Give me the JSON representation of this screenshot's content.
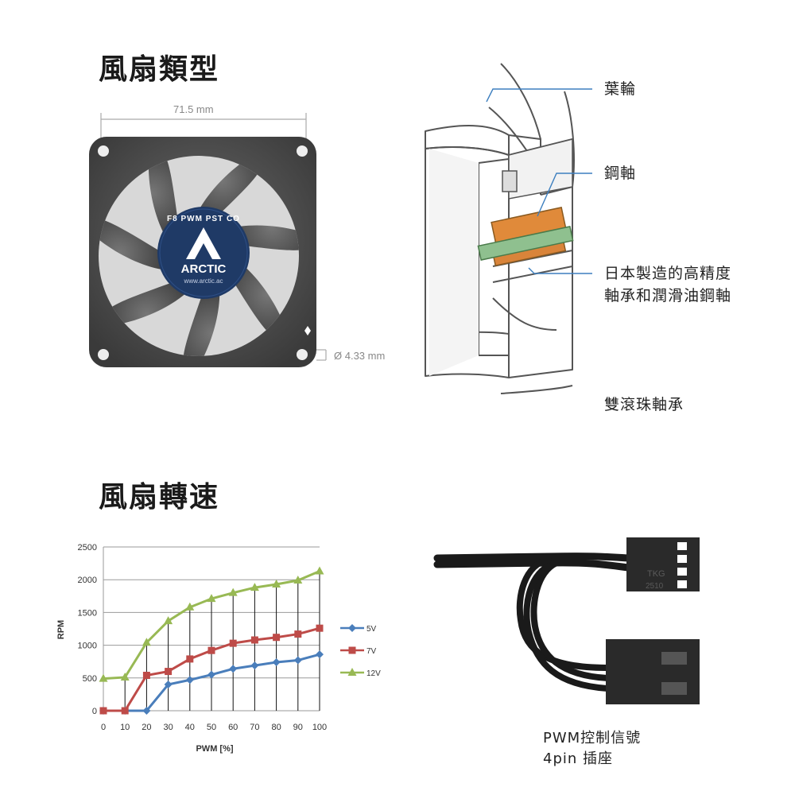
{
  "section1": {
    "title": "風扇類型"
  },
  "section2": {
    "title": "風扇轉速"
  },
  "fan": {
    "width_label": "71.5 mm",
    "hole_label": "Ø 4.33 mm",
    "hub_text_top": "F8 PWM PST CO",
    "hub_brand": "ARCTIC",
    "hub_url": "www.arctic.ac"
  },
  "cutaway": {
    "callout_impeller": "葉輪",
    "callout_shaft": "鋼軸",
    "callout_bearing_line1": "日本製造的高精度",
    "callout_bearing_line2": "軸承和潤滑油鋼軸",
    "caption": "雙滾珠軸承"
  },
  "connector": {
    "label_line1": "PWM控制信號",
    "label_line2": "4pin 插座",
    "print_line1": "TKG",
    "print_line2": "2510"
  },
  "colors": {
    "s5v": "#4a7ebb",
    "s7v": "#be4b48",
    "s12v": "#98b954"
  },
  "chart_data": {
    "type": "line",
    "xlabel": "PWM [%]",
    "ylabel": "RPM",
    "x": [
      0,
      10,
      20,
      30,
      40,
      50,
      60,
      70,
      80,
      90,
      100
    ],
    "xlim": [
      0,
      100
    ],
    "ylim": [
      0,
      2500
    ],
    "yticks": [
      0,
      500,
      1000,
      1500,
      2000,
      2500
    ],
    "grid": true,
    "legend": "right",
    "series": [
      {
        "name": "5V",
        "values": [
          0,
          0,
          0,
          400,
          470,
          550,
          640,
          690,
          740,
          770,
          860
        ]
      },
      {
        "name": "7V",
        "values": [
          0,
          0,
          540,
          600,
          790,
          920,
          1030,
          1080,
          1120,
          1170,
          1260
        ]
      },
      {
        "name": "12V",
        "values": [
          490,
          510,
          1040,
          1370,
          1580,
          1710,
          1800,
          1880,
          1930,
          1990,
          2130
        ]
      }
    ]
  }
}
